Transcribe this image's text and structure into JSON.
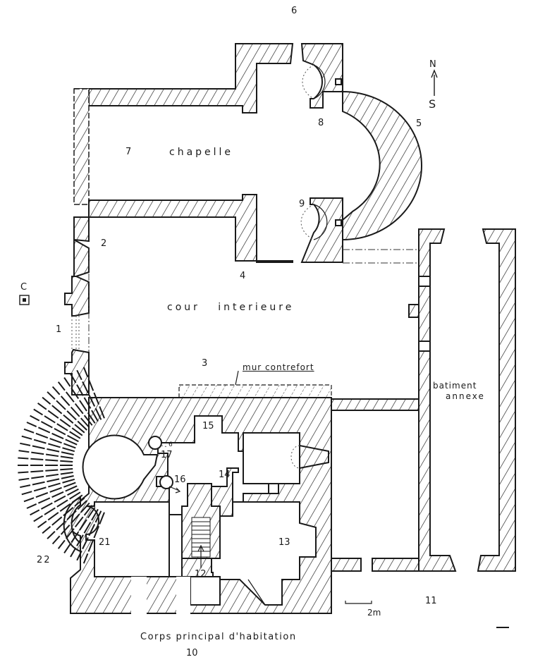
{
  "figure": {
    "type": "architectural floor plan",
    "orientation": {
      "north_label": "N",
      "south_label": "S"
    },
    "scale_bar": {
      "label": "2m",
      "value_m": 2
    },
    "caption": "Corps principal d'habitation",
    "caption_number": "10"
  },
  "rooms": {
    "chapelle": "chapelle",
    "cour": "cour   interieure",
    "mur_contrefort": "mur contrefort",
    "batiment": "batiment",
    "annexe": "annexe"
  },
  "markers": {
    "c_marker": "C"
  },
  "numbers": {
    "n1": "1",
    "n2": "2",
    "n3": "3",
    "n4": "4",
    "n5": "5",
    "n6": "6",
    "n7": "7",
    "n8": "8",
    "n9": "9",
    "n11": "11",
    "n12": "12",
    "n13": "13",
    "n14": "14",
    "n15": "15",
    "n16": "16",
    "n17": "17",
    "n21": "21",
    "n22": "22",
    "n6_small": "6"
  },
  "colors": {
    "ink": "#1a1a1a",
    "paper": "#ffffff"
  }
}
